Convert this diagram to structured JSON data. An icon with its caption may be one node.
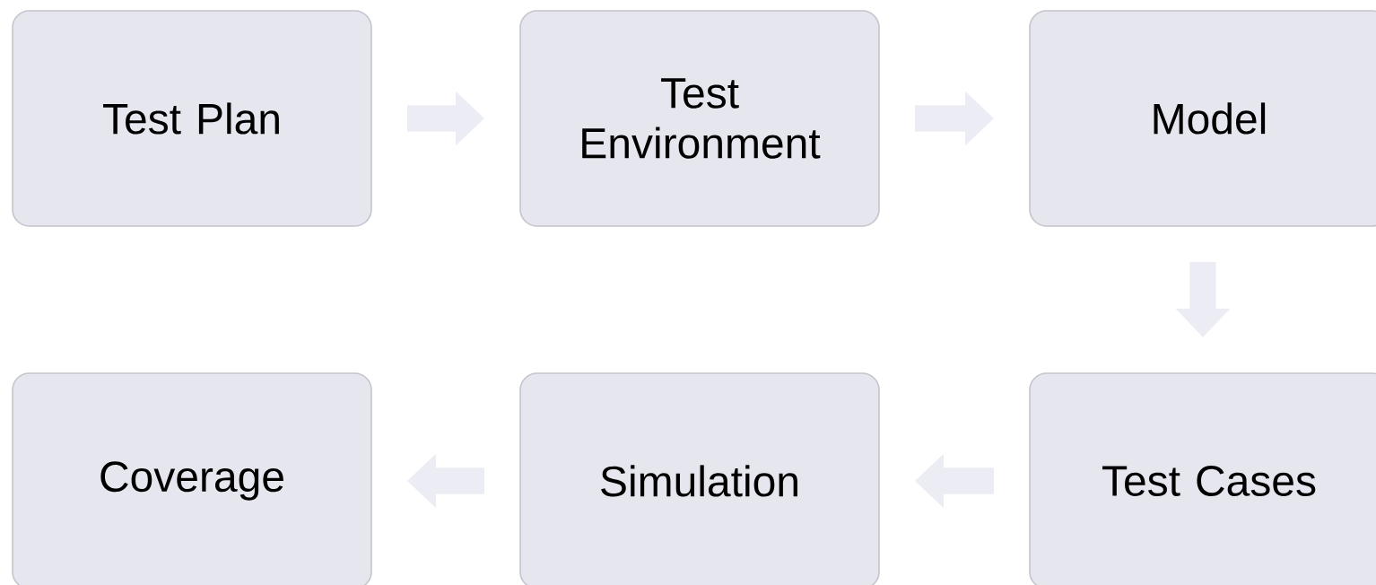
{
  "diagram": {
    "nodes": [
      {
        "text": [
          "Test Plan"
        ]
      },
      {
        "text": [
          "Test Environment"
        ]
      },
      {
        "text": [
          "Model"
        ]
      },
      {
        "text": [
          "Coverage"
        ]
      },
      {
        "text": [
          "Simulation"
        ]
      },
      {
        "text": [
          "Test Cases"
        ]
      }
    ],
    "edges": [
      {
        "from": 0,
        "to": 1,
        "arrow": "to"
      },
      {
        "from": 1,
        "to": 2,
        "arrow": "to"
      },
      {
        "from": 2,
        "to": 5,
        "arrow": "to"
      },
      {
        "from": 5,
        "to": 4,
        "arrow": "to"
      },
      {
        "from": 4,
        "to": 3,
        "arrow": "to"
      }
    ]
  }
}
